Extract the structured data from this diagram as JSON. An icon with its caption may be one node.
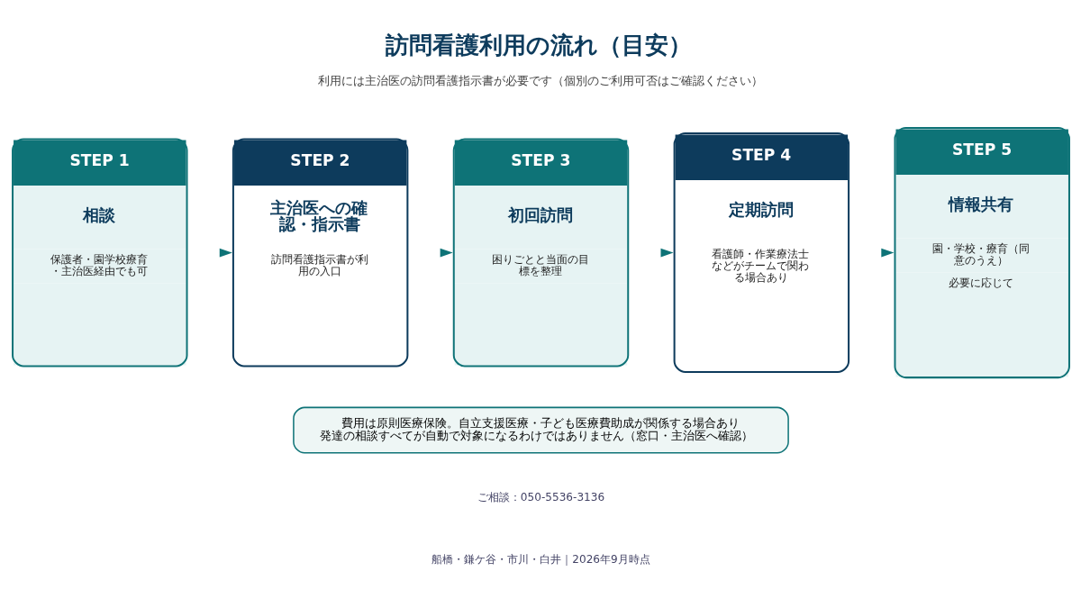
{
  "diagram": {
    "title": "訪問看護利用の流れ（目安）",
    "nodes": [
      {
        "text": [
          "STEP 1",
          "相談",
          "保護者・園学校療育・主治医経由でも可"
        ]
      },
      {
        "text": [
          "STEP 2",
          "主治医への確認・指示書",
          "訪問看護指示書が利用の入口"
        ]
      },
      {
        "text": [
          "STEP 3",
          "初回訪問",
          "困りごとと当面の目標を整理"
        ]
      },
      {
        "text": [
          "STEP 4",
          "定期訪問",
          "看護師・作業療法士などがチームで関わる場合あり"
        ]
      },
      {
        "text": [
          "STEP 5",
          "情報共有",
          "園・学校・療育（同意のうえ）",
          "必要に応じて"
        ]
      },
      {
        "text": [
          "費用は原則医療保険。自立支援医療・子ども医療費助成が関係する場合あり",
          "発達の相談すべてが自動で対象になるわけではありません（窓口・主治医へ確認）"
        ]
      }
    ],
    "edges": [
      {
        "from": 0,
        "to": 1,
        "arrow": "to"
      },
      {
        "from": 1,
        "to": 2,
        "arrow": "to"
      },
      {
        "from": 2,
        "to": 3,
        "arrow": "to"
      },
      {
        "from": 3,
        "to": 4,
        "arrow": "to"
      }
    ],
    "labels": [
      "利用には主治医の訪問看護指示書が必要です（個別のご利用可否はご確認ください）",
      "ご相談：050-5536-3136",
      "船橋・鎌ケ谷・市川・白井｜2026年9月時点"
    ]
  }
}
